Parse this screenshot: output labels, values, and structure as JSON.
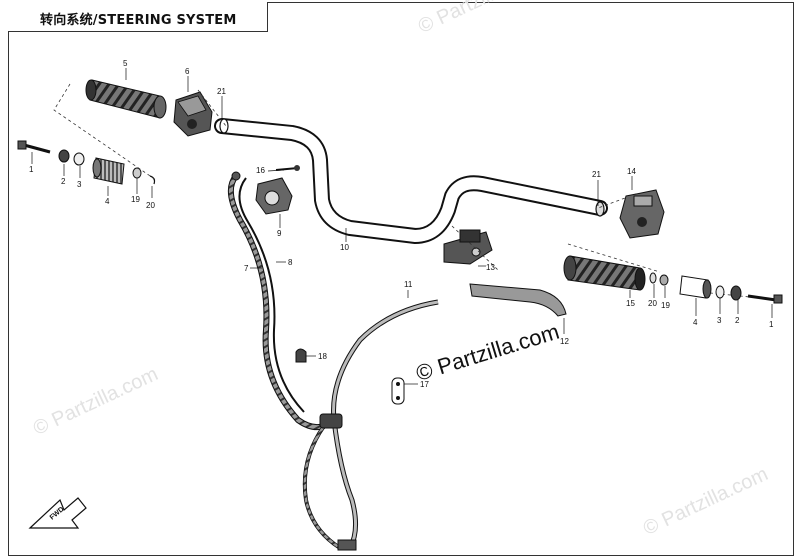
{
  "title": "转向系统/STEERING SYSTEM",
  "watermark": "© Partzilla.com",
  "fwd_label": "FWD",
  "callouts": {
    "left_1": "1",
    "left_2": "2",
    "left_3": "3",
    "left_4": "4",
    "left_19": "19",
    "left_20": "20",
    "left_5": "5",
    "left_6": "6",
    "left_21": "21",
    "left_16": "16",
    "left_9": "9",
    "left_7": "7",
    "left_8": "8",
    "left_10": "10",
    "left_11": "11",
    "left_18": "18",
    "left_17": "17",
    "right_21": "21",
    "right_14": "14",
    "right_13": "13",
    "right_12": "12",
    "right_15": "15",
    "right_20": "20",
    "right_19": "19",
    "right_4": "4",
    "right_3": "3",
    "right_2": "2",
    "right_1": "1"
  }
}
